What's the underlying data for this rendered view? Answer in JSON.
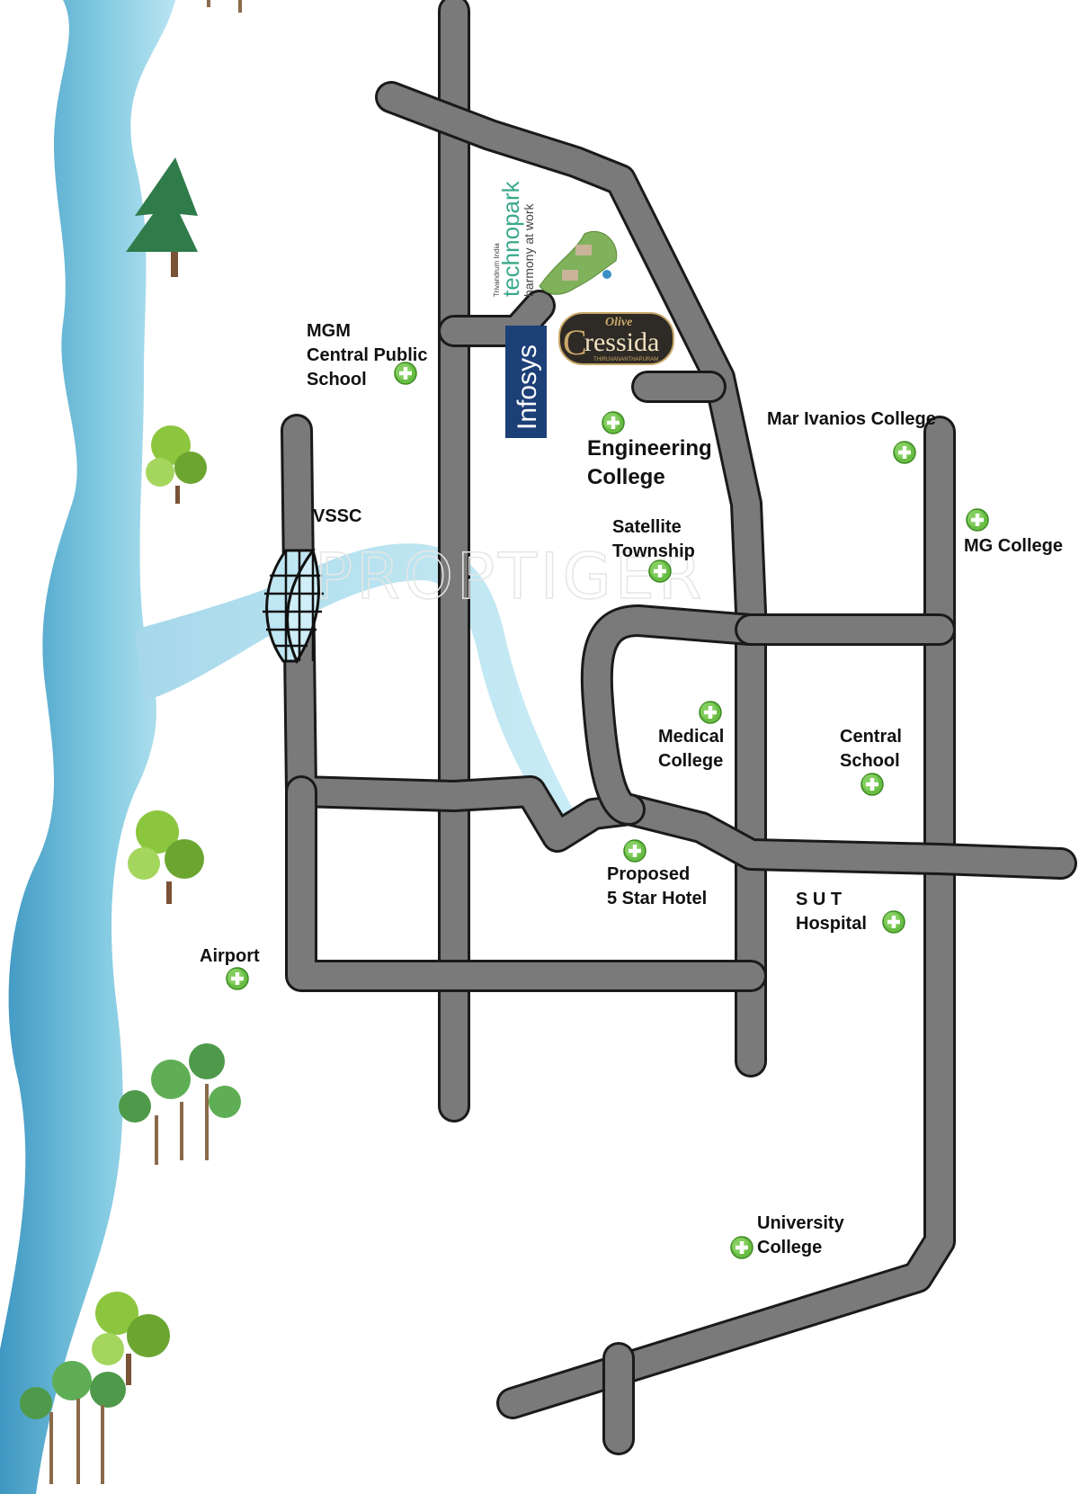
{
  "watermark": "PROPTIGER",
  "colors": {
    "river": "#5fb3d3",
    "river_light": "#a8dcec",
    "road": "#7a7a7a",
    "road_edge": "#1a1a1a",
    "marker": "#69bd45",
    "infosys": "#1d3f78",
    "cressida": "#2e2a25",
    "cressida_gold": "#c9a86a",
    "technopark_green": "#3aa98a",
    "technopark_blue": "#2b6cb4"
  },
  "logos": {
    "technopark": {
      "small": "Trivandrum India",
      "name": "technopark",
      "tagline": "harmony at work"
    },
    "infosys": {
      "name": "Infosys"
    },
    "cressida": {
      "brand": "Olive",
      "name": "ressida",
      "initial": "C",
      "city": "THIRUVANANTHAPURAM"
    }
  },
  "landmarks": [
    {
      "id": "mgm",
      "lines": [
        "MGM",
        "Central Public",
        "School"
      ],
      "icon": "plus-marker"
    },
    {
      "id": "engineering",
      "lines": [
        "Engineering",
        "College"
      ],
      "icon": "plus-marker"
    },
    {
      "id": "mar-ivanios",
      "lines": [
        "Mar Ivanios College"
      ],
      "icon": "plus-marker"
    },
    {
      "id": "vssc",
      "lines": [
        "VSSC"
      ],
      "icon": "bridge"
    },
    {
      "id": "satellite",
      "lines": [
        "Satellite",
        "Township"
      ],
      "icon": "plus-marker"
    },
    {
      "id": "mg-college",
      "lines": [
        "MG College"
      ],
      "icon": "plus-marker"
    },
    {
      "id": "medical",
      "lines": [
        "Medical",
        "College"
      ],
      "icon": "plus-marker"
    },
    {
      "id": "central-school",
      "lines": [
        "Central",
        "School"
      ],
      "icon": "plus-marker"
    },
    {
      "id": "hotel",
      "lines": [
        "Proposed",
        "5 Star Hotel"
      ],
      "icon": "plus-marker"
    },
    {
      "id": "sut",
      "lines": [
        "S U T",
        "Hospital"
      ],
      "icon": "plus-marker"
    },
    {
      "id": "airport",
      "lines": [
        "Airport"
      ],
      "icon": "plus-marker"
    },
    {
      "id": "university",
      "lines": [
        "University",
        "College"
      ],
      "icon": "plus-marker"
    }
  ]
}
